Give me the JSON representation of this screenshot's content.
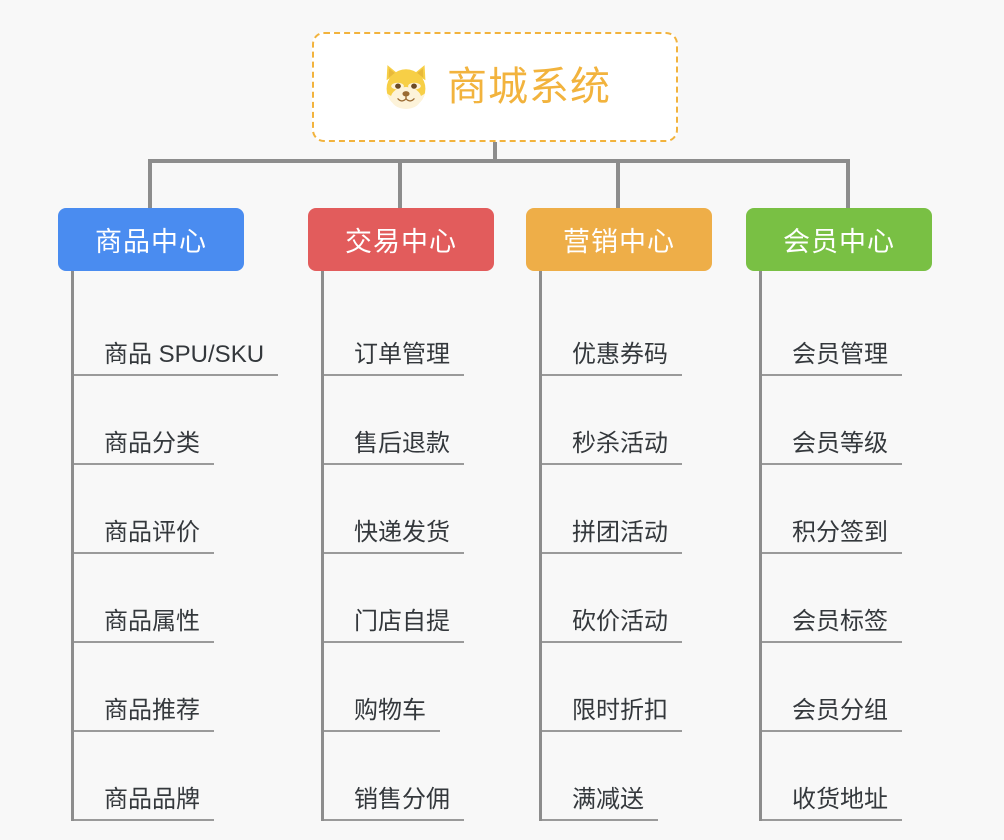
{
  "canvas": {
    "background": "#f8f8f8",
    "connector_color": "#8d8d8d",
    "underline_color": "#9a9a9a",
    "item_text_color": "#34383c"
  },
  "root": {
    "title": "商城系统",
    "icon": "shiba-dog-face-icon",
    "text_color": "#f2b33d",
    "border_color": "#f2b33d",
    "background": "#ffffff"
  },
  "branches": [
    {
      "id": "product-center",
      "label": "商品中心",
      "color": "#4a8cf0",
      "items": [
        "商品 SPU/SKU",
        "商品分类",
        "商品评价",
        "商品属性",
        "商品推荐",
        "商品品牌"
      ]
    },
    {
      "id": "trade-center",
      "label": "交易中心",
      "color": "#e25c5c",
      "items": [
        "订单管理",
        "售后退款",
        "快递发货",
        "门店自提",
        "购物车",
        "销售分佣"
      ]
    },
    {
      "id": "marketing-center",
      "label": "营销中心",
      "color": "#eeae48",
      "items": [
        "优惠券码",
        "秒杀活动",
        "拼团活动",
        "砍价活动",
        "限时折扣",
        "满减送"
      ]
    },
    {
      "id": "member-center",
      "label": "会员中心",
      "color": "#79c044",
      "items": [
        "会员管理",
        "会员等级",
        "积分签到",
        "会员标签",
        "会员分组",
        "收货地址"
      ]
    }
  ]
}
